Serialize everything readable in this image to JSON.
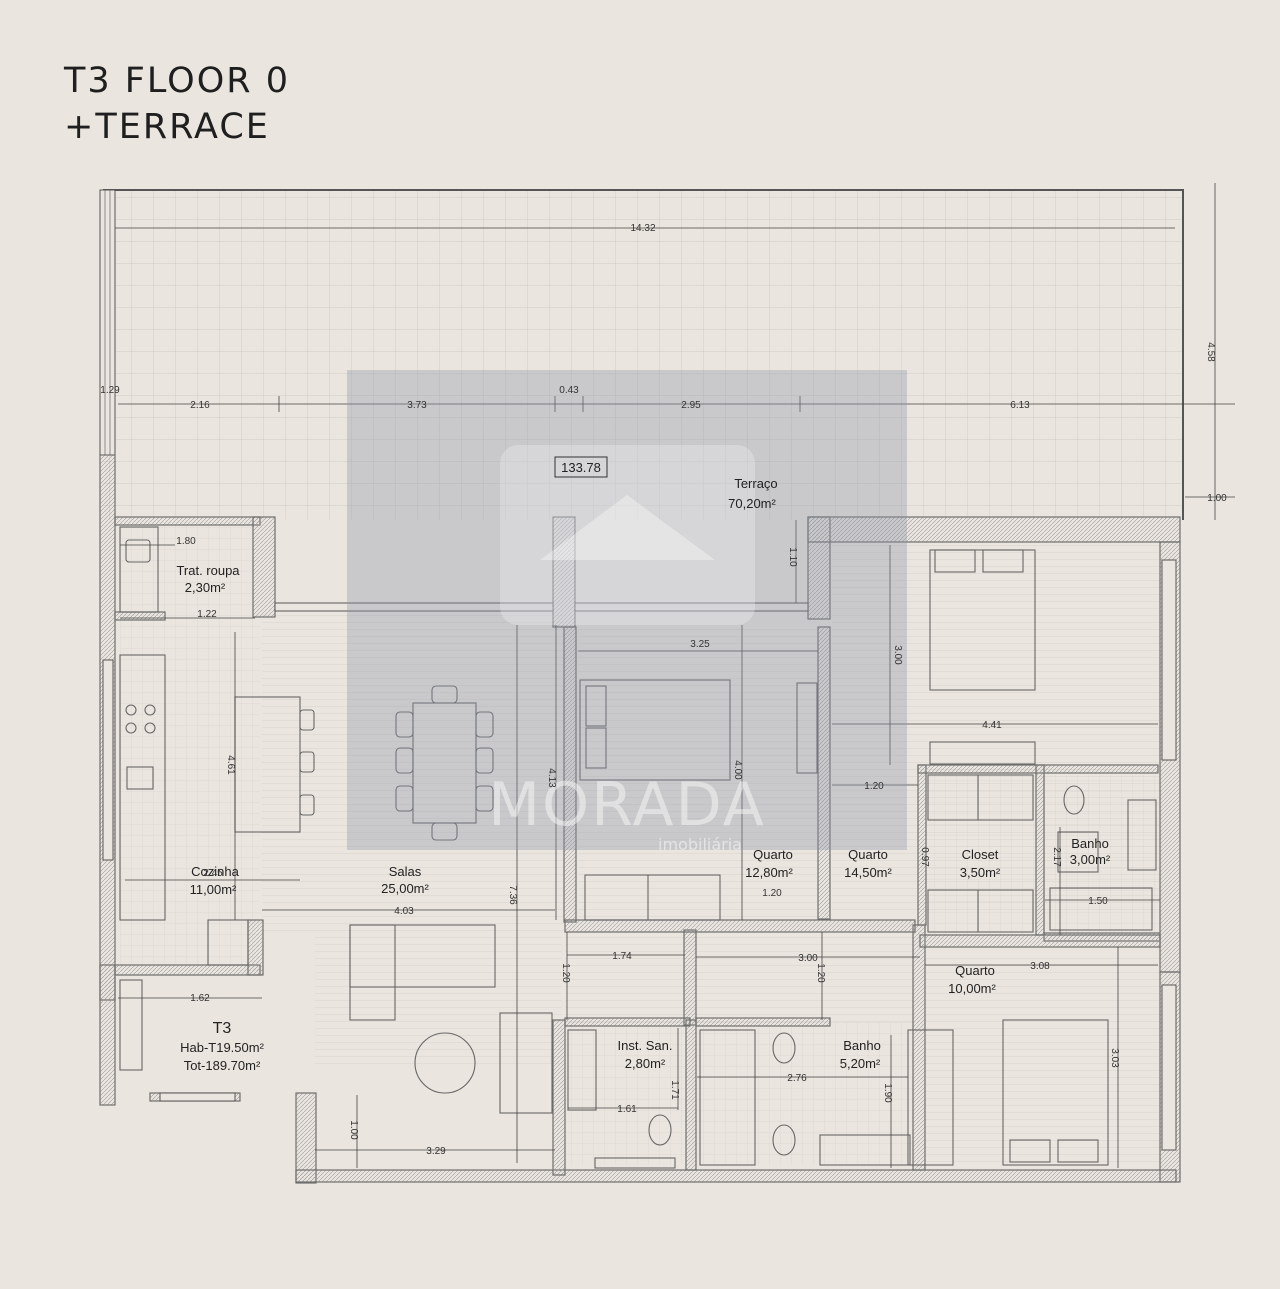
{
  "title": {
    "line1": "T3 FLOOR 0",
    "line2": "+TERRACE"
  },
  "watermark": {
    "brand": "MORADA",
    "sub": "imobiliária"
  },
  "colors": {
    "background": "#ebe5df",
    "wall": "#7b7b7b",
    "line": "#3a3a3a",
    "watermark": "#8a95a6"
  },
  "area_box": "133.78",
  "rooms": {
    "terraco": {
      "name": "Terraço",
      "area": "70,20m²"
    },
    "roupa": {
      "name": "Trat. roupa",
      "area": "2,30m²"
    },
    "cozinha": {
      "name": "Cozinha",
      "area": "11,00m²"
    },
    "salas": {
      "name": "Salas",
      "area": "25,00m²"
    },
    "quarto1": {
      "name": "Quarto",
      "area": "12,80m²"
    },
    "quarto2": {
      "name": "Quarto",
      "area": "14,50m²"
    },
    "closet": {
      "name": "Closet",
      "area": "3,50m²"
    },
    "banho1": {
      "name": "Banho",
      "area": "3,00m²"
    },
    "quarto3": {
      "name": "Quarto",
      "area": "10,00m²"
    },
    "banho2": {
      "name": "Banho",
      "area": "5,20m²"
    },
    "inst": {
      "name": "Inst. San.",
      "area": "2,80m²"
    },
    "summary": {
      "type": "T3",
      "hab": "Hab-T19.50m²",
      "tot": "Tot-189.70m²"
    }
  },
  "dims": {
    "d1432": "14.32",
    "d458": "4.58",
    "d129": "1.29",
    "d216": "2.16",
    "d373": "3.73",
    "d043": "0.43",
    "d295": "2.95",
    "d613": "6.13",
    "d100a": "1.00",
    "d110": "1.10",
    "d180": "1.80",
    "d122": "1.22",
    "d461": "4.61",
    "d245": "2.45",
    "d403": "4.03",
    "d736": "7.36",
    "d413": "4.13",
    "d325": "3.25",
    "d400": "4.00",
    "d300a": "3.00",
    "d441": "4.41",
    "d120a": "1.20",
    "d120b": "1.20",
    "d097": "0.97",
    "d217": "2.17",
    "d150": "1.50",
    "d174": "1.74",
    "d300b": "3.00",
    "d120c": "1.20",
    "d120d": "1.20",
    "d308": "3.08",
    "d162": "1.62",
    "d171": "1.71",
    "d161": "1.61",
    "d276": "2.76",
    "d190": "1.90",
    "d303": "3.03",
    "d100b": "1.00",
    "d329": "3.29"
  }
}
